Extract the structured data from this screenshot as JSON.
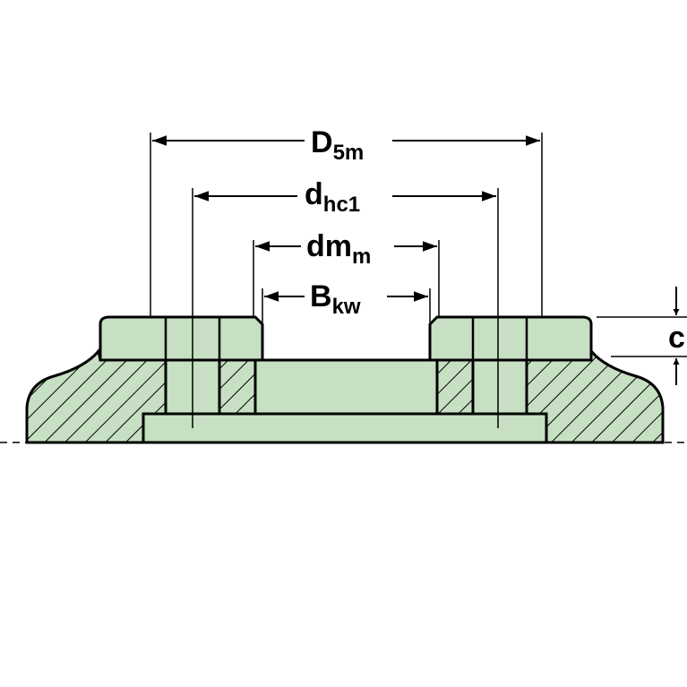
{
  "diagram": {
    "labels": {
      "d5m": {
        "base": "D",
        "sub": "5m"
      },
      "dhc1": {
        "base": "d",
        "sub": "hc1"
      },
      "dmm": {
        "base": "dm",
        "sub": "m"
      },
      "bkw": {
        "base": "B",
        "sub": "kw"
      },
      "c": {
        "base": "c"
      }
    },
    "colors": {
      "fill": "#c7dfc3",
      "line": "#000000",
      "background": "#ffffff"
    }
  }
}
